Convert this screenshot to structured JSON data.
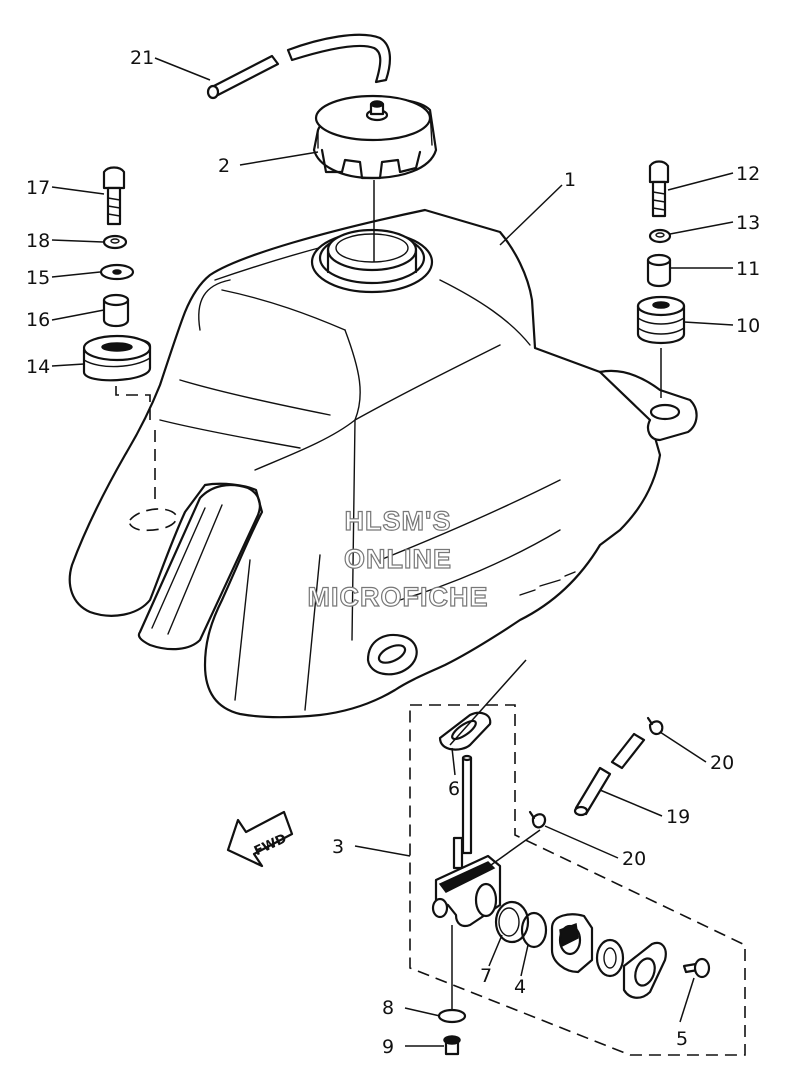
{
  "callouts": {
    "c1": "1",
    "c2": "2",
    "c3": "3",
    "c4": "4",
    "c5": "5",
    "c6": "6",
    "c7": "7",
    "c8": "8",
    "c9": "9",
    "c10": "10",
    "c11": "11",
    "c12": "12",
    "c13": "13",
    "c14": "14",
    "c15": "15",
    "c16": "16",
    "c17": "17",
    "c18": "18",
    "c19": "19",
    "c20a": "20",
    "c20b": "20",
    "c21": "21"
  },
  "watermark": {
    "line1": "HLSM'S",
    "line2": "ONLINE",
    "line3": "MICROFICHE"
  },
  "fwd_label": "FWD"
}
